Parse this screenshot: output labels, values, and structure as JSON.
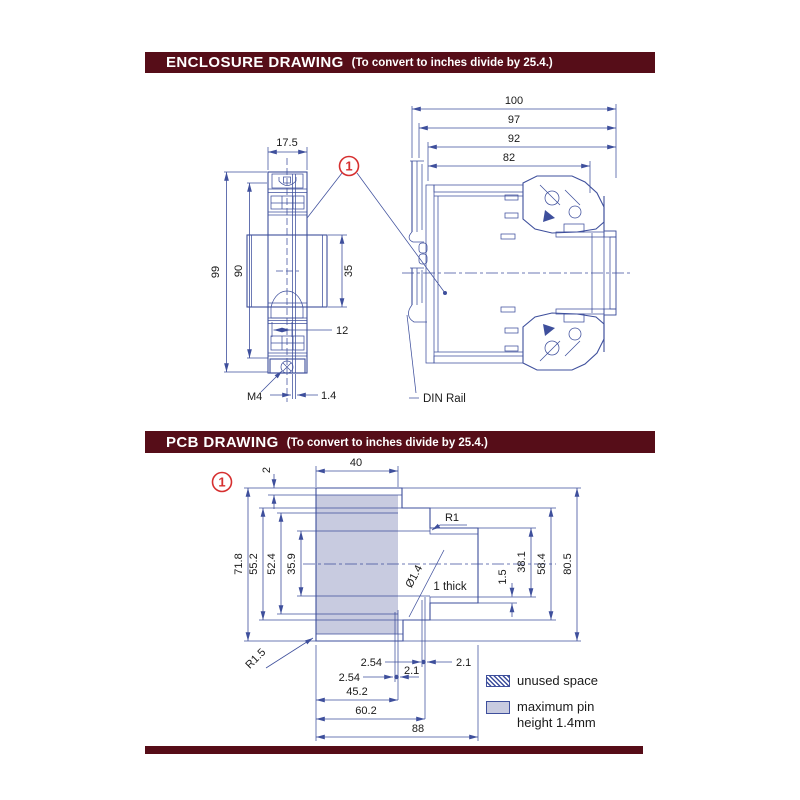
{
  "colors": {
    "header_bg": "#560d18",
    "line_blue": "#3e4f9c",
    "callout_red": "#d62f2f",
    "pin_area_fill": "#c8cbe0"
  },
  "enclosure": {
    "title": "ENCLOSURE DRAWING",
    "note": "(To convert to inches divide by 25.4.)",
    "callout": "1",
    "front": {
      "width": "17.5",
      "height": "99",
      "inner_height": "90",
      "window": "35",
      "slot": "12",
      "screw": "M4",
      "pin": "1.4"
    },
    "side": {
      "d100": "100",
      "d97": "97",
      "d92": "92",
      "d82": "82",
      "rail": "DIN Rail"
    }
  },
  "pcb": {
    "title": "PCB DRAWING",
    "note": "(To convert to inches divide by 25.4.)",
    "callout": "1",
    "top": {
      "strip": "2",
      "width": "40"
    },
    "left": {
      "h1": "71.8",
      "h2": "55.2",
      "h3": "52.4",
      "h4": "35.9"
    },
    "right": {
      "r1": "R1",
      "hole": "Ø1.4",
      "thick": "1 thick",
      "s1": "1.5",
      "h1": "38.1",
      "h2": "58.4",
      "h3": "80.5"
    },
    "bottom": {
      "r15": "R1.5",
      "p1": "2.54",
      "p2": "2.54",
      "q1": "2.1",
      "q2": "2.1",
      "w1": "45.2",
      "w2": "60.2",
      "w3": "88"
    },
    "legend": {
      "unused": "unused space",
      "maxpin": "maximum pin height 1.4mm"
    }
  }
}
